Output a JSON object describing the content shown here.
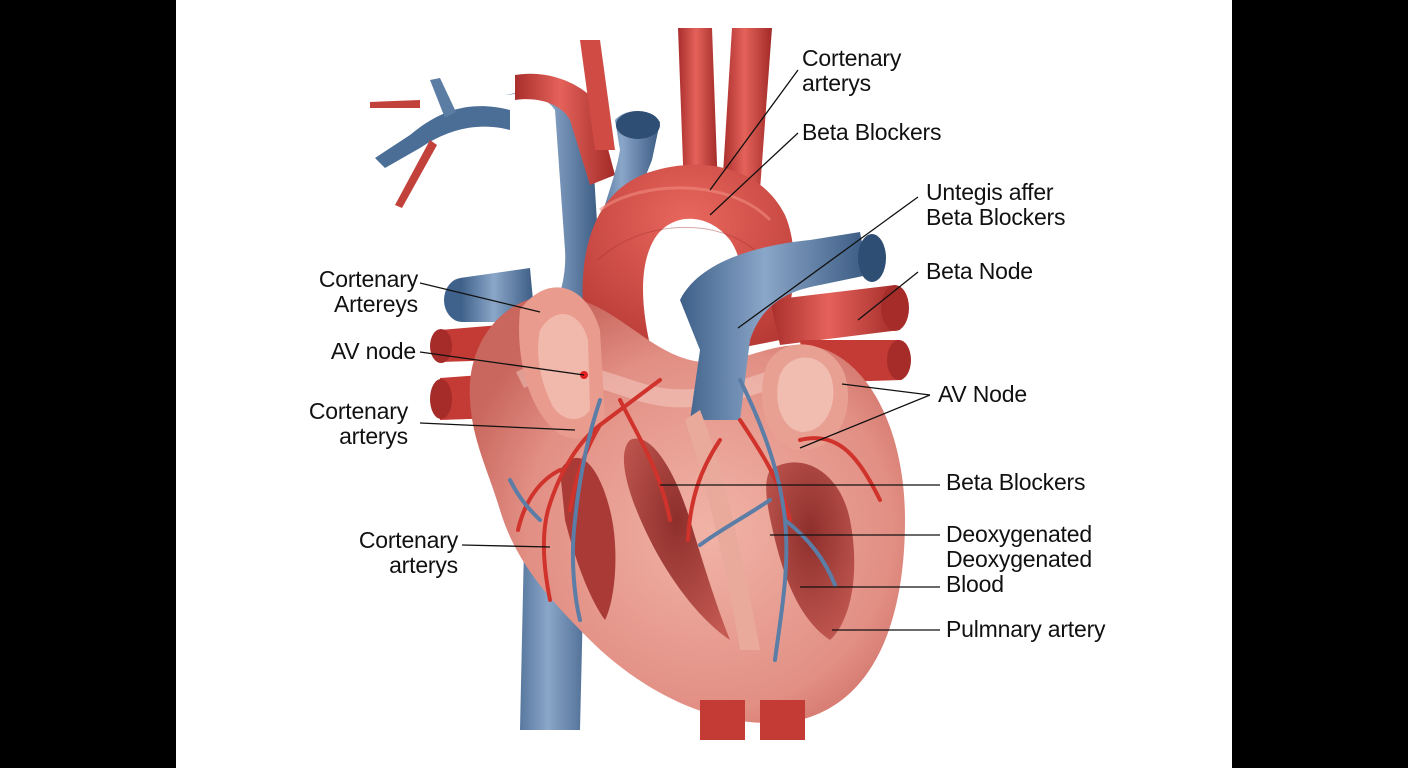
{
  "colors": {
    "artery": "#d2413c",
    "artery_dark": "#9c2a2a",
    "vein": "#4b6e97",
    "vein_light": "#7f9cc0",
    "muscle": "#e6958a",
    "muscle_light": "#f2c2b6",
    "chamber": "#b7423d",
    "background": "#ffffff",
    "letterbox": "#000000"
  },
  "labels_right": [
    {
      "line1": "Cortenary",
      "line2": "arterys"
    },
    {
      "line1": "Beta Blockers"
    },
    {
      "line1": "Untegis affer",
      "line2": "Beta Blockers"
    },
    {
      "line1": "Beta Node"
    },
    {
      "line1": "AV Node"
    },
    {
      "line1": "Beta Blockers"
    },
    {
      "line1": "Deoxygenated",
      "line2": "Deoxygenated",
      "line3": "Blood"
    },
    {
      "line1": "Pulmnary artery"
    }
  ],
  "labels_left": [
    {
      "line1": "Cortenary",
      "line2": "Artereys"
    },
    {
      "line1": "AV node"
    },
    {
      "line1": "Cortenary",
      "line2": "arterys"
    },
    {
      "line1": "Cortenary",
      "line2": "arterys"
    }
  ]
}
